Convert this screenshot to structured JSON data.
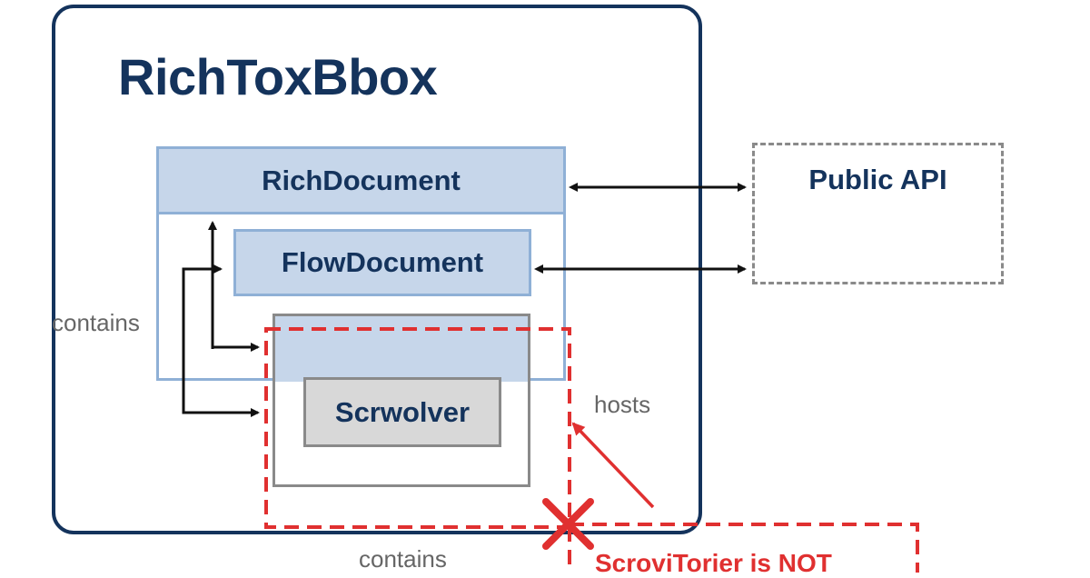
{
  "title": "RichToxBbox",
  "boxes": {
    "rich_document": "RichDocument",
    "flow_document": "FlowDocument",
    "scroller": "Scrwolver",
    "public_api": "Public API"
  },
  "labels": {
    "contains_left": "contains",
    "contains_bottom": "contains",
    "hosts": "hosts",
    "warning": "ScroviTorier is NOT"
  },
  "colors": {
    "navy": "#14335c",
    "light_blue": "#c6d6ea",
    "blue_border": "#8fb0d6",
    "gray": "#8a8a8a",
    "red": "#e03030"
  }
}
